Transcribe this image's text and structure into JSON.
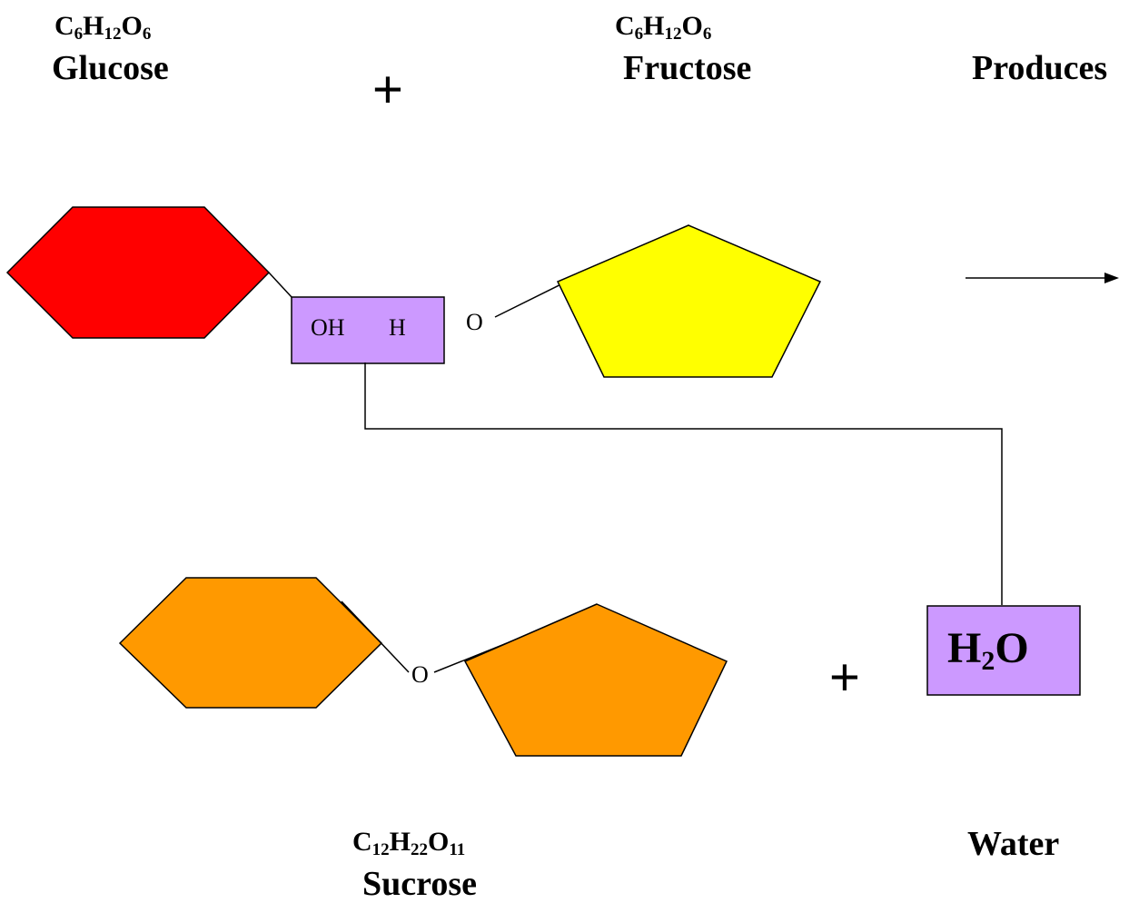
{
  "glucose": {
    "formula": {
      "c": "C",
      "c_sub": "6",
      "h": "H",
      "h_sub": "12",
      "o": "O",
      "o_sub": "6"
    },
    "name": "Glucose"
  },
  "fructose": {
    "formula": {
      "c": "C",
      "c_sub": "6",
      "h": "H",
      "h_sub": "12",
      "o": "O",
      "o_sub": "6"
    },
    "name": "Fructose"
  },
  "produces": "Produces",
  "plus_top": "+",
  "plus_bottom": "+",
  "hydroxyl_box": {
    "oh": "OH",
    "h": "H"
  },
  "linkage_o_top": "O",
  "linkage_o_bottom": "O",
  "water_box": {
    "h": "H",
    "h_sub": "2",
    "o": "O"
  },
  "sucrose": {
    "formula": {
      "c": "C",
      "c_sub": "12",
      "h": "H",
      "h_sub": "22",
      "o": "O",
      "o_sub": "11"
    },
    "name": "Sucrose"
  },
  "water": "Water",
  "colors": {
    "glucose_fill": "#ff0000",
    "fructose_fill": "#ffff00",
    "sucrose_fill": "#ff9900",
    "box_fill": "#cc99ff",
    "stroke": "#000000"
  }
}
